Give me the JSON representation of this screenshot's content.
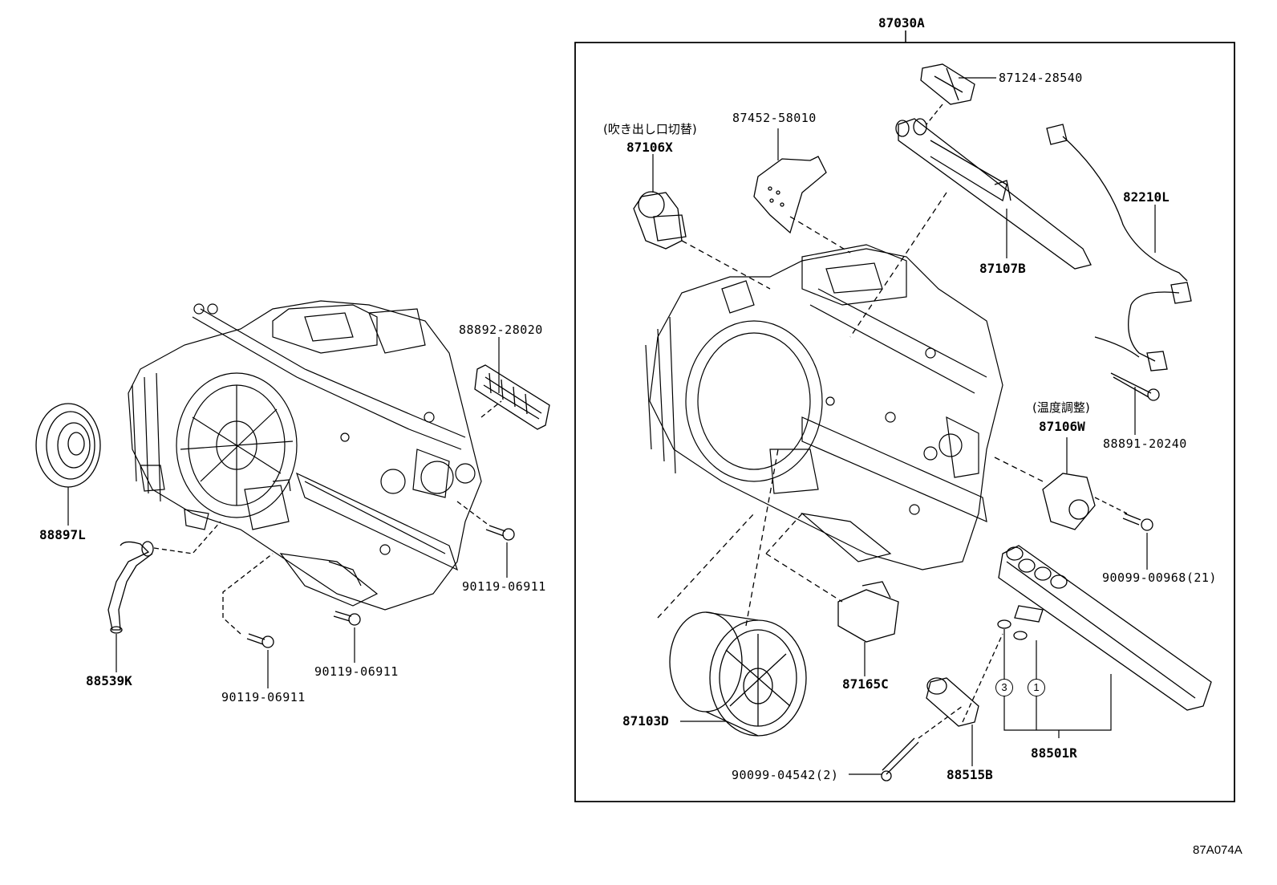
{
  "assembly": {
    "label": "87030A"
  },
  "left_parts": {
    "bracket_88892": "88892-28020",
    "seal_88897": "88897L",
    "hose_88539": "88539K",
    "screw_right": "90119-06911",
    "screw_mid": "90119-06911",
    "screw_low": "90119-06911"
  },
  "box_parts": {
    "damper_note": "(吹き出し口切替)",
    "damper_87106x": "87106X",
    "plate_87452": "87452-58010",
    "bracket_87124": "87124-28540",
    "heater_core_87107": "87107B",
    "wire_82210": "82210L",
    "sensor_88891": "88891-20240",
    "temp_note": "(温度調整)",
    "damper_87106w": "87106W",
    "screw_90099_00968": "90099-00968(21)",
    "blower_87103": "87103D",
    "resistor_87165": "87165C",
    "evaporator_88501": "88501R",
    "valve_88515": "88515B",
    "screw_90099_04542": "90099-04542(2)",
    "oring_1": "1",
    "oring_3": "3"
  },
  "diagram_code": "87A074A"
}
